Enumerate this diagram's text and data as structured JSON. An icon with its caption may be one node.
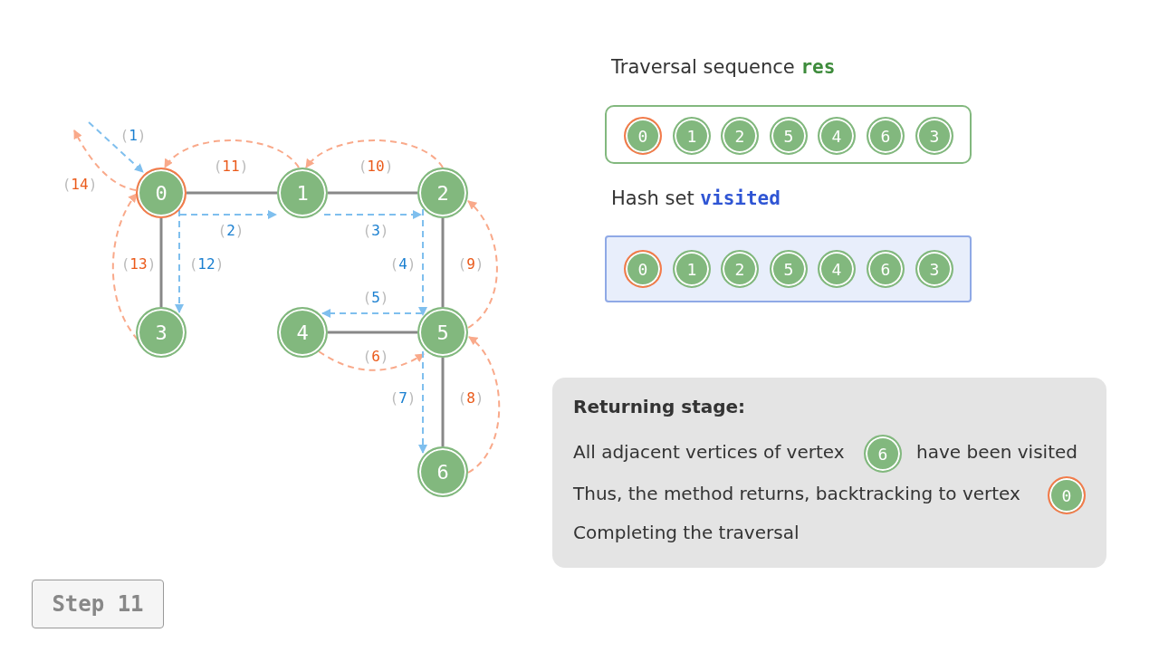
{
  "diagram": {
    "nodes": [
      {
        "text": [
          "0"
        ]
      },
      {
        "text": [
          "1"
        ]
      },
      {
        "text": [
          "2"
        ]
      },
      {
        "text": [
          "3"
        ]
      },
      {
        "text": [
          "4"
        ]
      },
      {
        "text": [
          "5"
        ]
      },
      {
        "text": [
          "6"
        ]
      },
      {
        "text": [
          "Traversal sequence **res**"
        ]
      },
      {
        "text": [
          "0"
        ],
        "in": 7
      },
      {
        "text": [
          "1"
        ],
        "in": 7
      },
      {
        "text": [
          "2"
        ],
        "in": 7
      },
      {
        "text": [
          "5"
        ],
        "in": 7
      },
      {
        "text": [
          "4"
        ],
        "in": 7
      },
      {
        "text": [
          "6"
        ],
        "in": 7
      },
      {
        "text": [
          "3"
        ],
        "in": 7
      },
      {
        "text": [
          "Hash set **visited**"
        ]
      },
      {
        "text": [
          "0"
        ],
        "in": 15
      },
      {
        "text": [
          "1"
        ],
        "in": 15
      },
      {
        "text": [
          "2"
        ],
        "in": 15
      },
      {
        "text": [
          "5"
        ],
        "in": 15
      },
      {
        "text": [
          "4"
        ],
        "in": 15
      },
      {
        "text": [
          "6"
        ],
        "in": 15
      },
      {
        "text": [
          "3"
        ],
        "in": 15
      },
      {
        "text": [
          "Returning stage:",
          "All adjacent vertices of vertex",
          "have been visited",
          "Thus, the method returns, backtracking to vertex",
          "Completing the traversal"
        ]
      },
      {
        "text": [
          "6"
        ],
        "in": 23
      },
      {
        "text": [
          "0"
        ],
        "in": 23
      },
      {
        "text": [
          "Step 11"
        ]
      }
    ],
    "edges": [
      {
        "from": 0,
        "to": 1,
        "arrow": "none",
        "color": "#888888"
      },
      {
        "from": 1,
        "to": 2,
        "arrow": "none",
        "color": "#888888"
      },
      {
        "from": 0,
        "to": 3,
        "arrow": "none",
        "color": "#888888"
      },
      {
        "from": 2,
        "to": 5,
        "arrow": "none",
        "color": "#888888"
      },
      {
        "from": 4,
        "to": 5,
        "arrow": "none",
        "color": "#888888"
      },
      {
        "from": 5,
        "to": 6,
        "arrow": "none",
        "color": "#888888"
      },
      {
        "from": null,
        "to": 0,
        "arrow": "to",
        "label": "(1)",
        "style": "dashed",
        "color": "#7fbfee"
      },
      {
        "from": 0,
        "to": 1,
        "arrow": "to",
        "label": "(2)",
        "style": "dashed",
        "color": "#7fbfee"
      },
      {
        "from": 1,
        "to": 2,
        "arrow": "to",
        "label": "(3)",
        "style": "dashed",
        "color": "#7fbfee"
      },
      {
        "from": 2,
        "to": 5,
        "arrow": "to",
        "label": "(4)",
        "style": "dashed",
        "color": "#7fbfee"
      },
      {
        "from": 5,
        "to": 4,
        "arrow": "to",
        "label": "(5)",
        "style": "dashed",
        "color": "#7fbfee"
      },
      {
        "from": 4,
        "to": 5,
        "arrow": "to",
        "label": "(6)",
        "style": "dashed",
        "color": "#f9a98a"
      },
      {
        "from": 5,
        "to": 6,
        "arrow": "to",
        "label": "(7)",
        "style": "dashed",
        "color": "#7fbfee"
      },
      {
        "from": 6,
        "to": 5,
        "arrow": "to",
        "label": "(8)",
        "style": "dashed",
        "color": "#f9a98a"
      },
      {
        "from": 5,
        "to": 2,
        "arrow": "to",
        "label": "(9)",
        "style": "dashed",
        "color": "#f9a98a"
      },
      {
        "from": 2,
        "to": 1,
        "arrow": "to",
        "label": "(10)",
        "style": "dashed",
        "color": "#f9a98a"
      },
      {
        "from": 1,
        "to": 0,
        "arrow": "to",
        "label": "(11)",
        "style": "dashed",
        "color": "#f9a98a"
      },
      {
        "from": 0,
        "to": 3,
        "arrow": "to",
        "label": "(12)",
        "style": "dashed",
        "color": "#7fbfee"
      },
      {
        "from": 3,
        "to": 0,
        "arrow": "to",
        "label": "(13)",
        "style": "dashed",
        "color": "#f9a98a"
      },
      {
        "from": 0,
        "to": null,
        "arrow": "to",
        "label": "(14)",
        "style": "dashed",
        "color": "#f9a98a"
      }
    ]
  }
}
